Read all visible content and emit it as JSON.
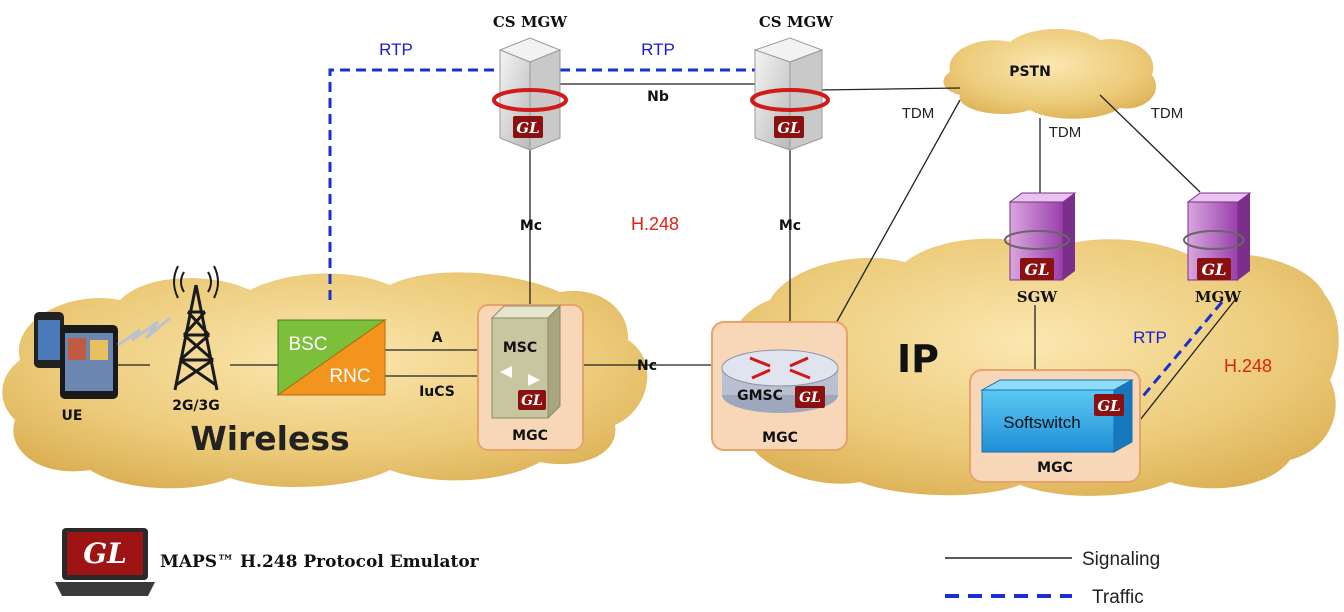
{
  "clouds": {
    "wireless": "Wireless",
    "ip": "IP",
    "pstn": "PSTN"
  },
  "nodes": {
    "cs_mgw_left": "CS MGW",
    "cs_mgw_right": "CS MGW",
    "ue": "UE",
    "tower": "2G/3G",
    "bsc": "BSC",
    "rnc": "RNC",
    "msc": "MSC",
    "mgc_left": "MGC",
    "gmsc": "GMSC",
    "mgc_center": "MGC",
    "sgw": "SGW",
    "mgw": "MGW",
    "softswitch": "Softswitch",
    "mgc_right": "MGC",
    "gl_badge": "GL"
  },
  "links": {
    "rtp_left": "RTP",
    "rtp_top": "RTP",
    "nb": "Nb",
    "mc_left": "Mc",
    "mc_right": "Mc",
    "h248_center": "H.248",
    "a": "A",
    "iucs": "IuCS",
    "nc": "Nc",
    "tdm_left": "TDM",
    "tdm_mid": "TDM",
    "tdm_right": "TDM",
    "rtp_right": "RTP",
    "h248_right": "H.248"
  },
  "product": {
    "title": "MAPS™ H.248 Protocol Emulator",
    "logo": "GL"
  },
  "legend": {
    "signaling": "Signaling",
    "traffic": "Traffic"
  },
  "colors": {
    "cloud": "#e8c774",
    "traffic_line": "#1a2fd0",
    "h248_text": "#e02010",
    "gl_badge": "#8b1010",
    "mgc_box": "#f8d6b8",
    "gateway_purple": "#a14fb0"
  }
}
